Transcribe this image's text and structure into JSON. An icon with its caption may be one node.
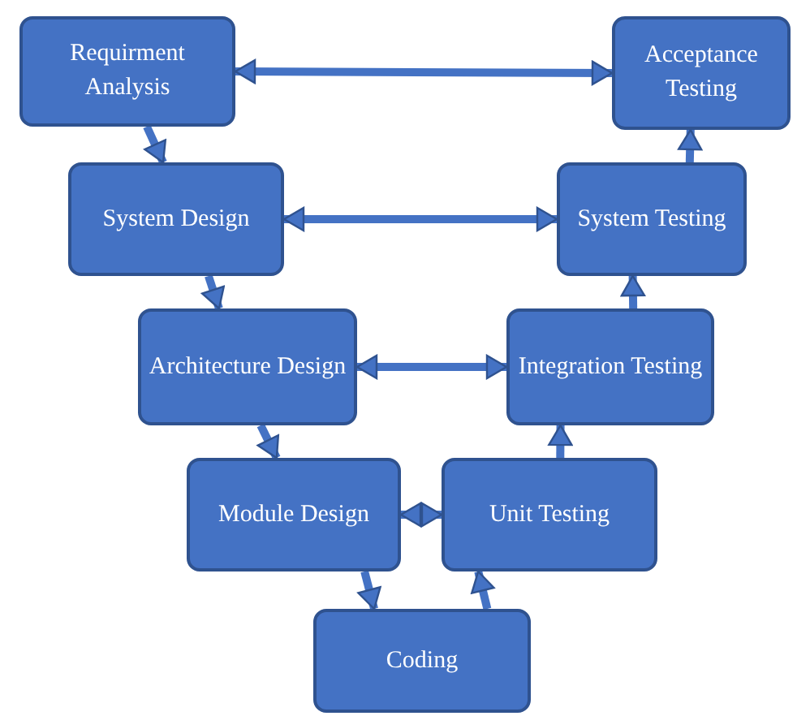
{
  "diagram": {
    "nodes": [
      {
        "text": [
          "Requirment Analysis"
        ]
      },
      {
        "text": [
          "Acceptance Testing"
        ]
      },
      {
        "text": [
          "System Design"
        ]
      },
      {
        "text": [
          "System Testing"
        ]
      },
      {
        "text": [
          "Architecture Design"
        ]
      },
      {
        "text": [
          "Integration Testing"
        ]
      },
      {
        "text": [
          "Module Design"
        ]
      },
      {
        "text": [
          "Unit Testing"
        ]
      },
      {
        "text": [
          "Coding"
        ]
      }
    ],
    "edges": [
      {
        "from": 0,
        "to": 1,
        "arrow": "both"
      },
      {
        "from": 0,
        "to": 2,
        "arrow": "to"
      },
      {
        "from": 2,
        "to": 3,
        "arrow": "both"
      },
      {
        "from": 2,
        "to": 4,
        "arrow": "to"
      },
      {
        "from": 4,
        "to": 5,
        "arrow": "both"
      },
      {
        "from": 4,
        "to": 6,
        "arrow": "to"
      },
      {
        "from": 6,
        "to": 7,
        "arrow": "both"
      },
      {
        "from": 6,
        "to": 8,
        "arrow": "to"
      },
      {
        "from": 8,
        "to": 7,
        "arrow": "to"
      },
      {
        "from": 7,
        "to": 5,
        "arrow": "to"
      },
      {
        "from": 5,
        "to": 3,
        "arrow": "to"
      },
      {
        "from": 3,
        "to": 1,
        "arrow": "to"
      }
    ]
  }
}
